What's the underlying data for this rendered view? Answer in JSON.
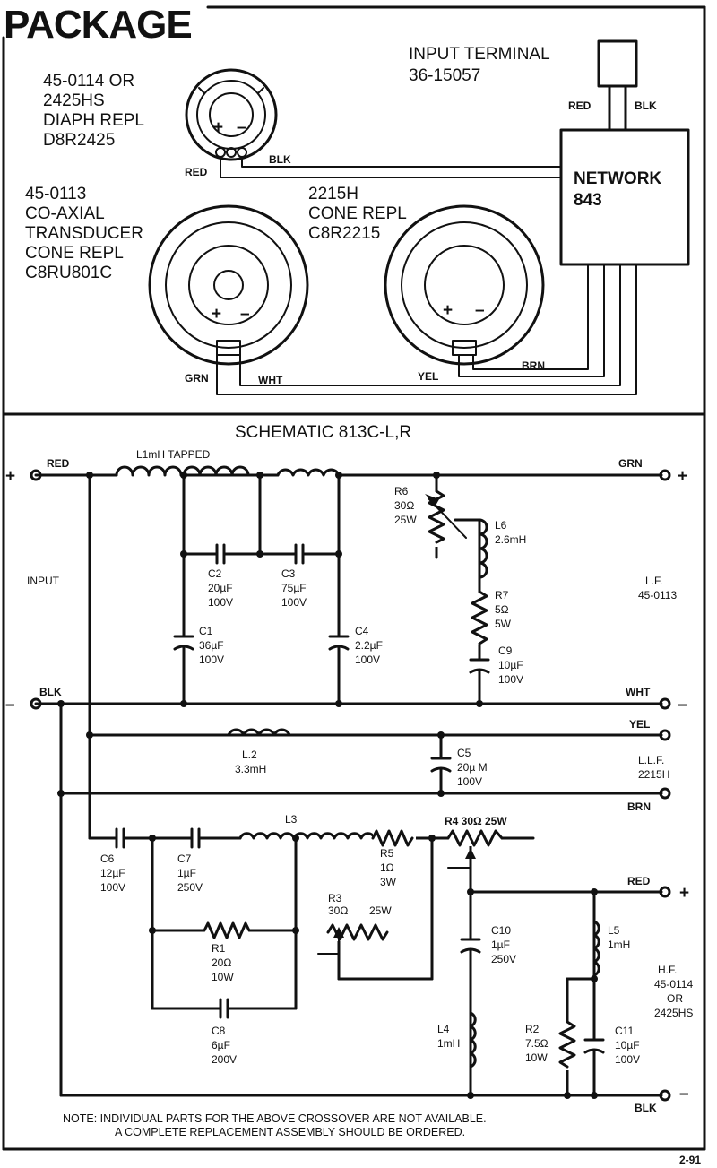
{
  "header": {
    "title": "PACKAGE"
  },
  "pictorial": {
    "input_terminal": {
      "line1": "INPUT TERMINAL",
      "line2": "36-15057"
    },
    "terminal_red": "RED",
    "terminal_blk": "BLK",
    "network": {
      "line1": "NETWORK",
      "line2": "843"
    },
    "hf_driver": {
      "line1": "45-0114 OR",
      "line2": "2425HS",
      "line3": "DIAPH REPL",
      "line4": "D8R2425"
    },
    "hf_red": "RED",
    "hf_blk": "BLK",
    "coax": {
      "line1": "45-0113",
      "line2": "CO-AXIAL",
      "line3": "TRANSDUCER",
      "line4": "CONE REPL",
      "line5": "C8RU801C"
    },
    "coax_grn": "GRN",
    "coax_wht": "WHT",
    "woofer": {
      "line1": "2215H",
      "line2": "CONE REPL",
      "line3": "C8R2215"
    },
    "woofer_yel": "YEL",
    "woofer_brn": "BRN",
    "plus": "+",
    "minus": "–"
  },
  "schematic": {
    "title": "SCHEMATIC 813C-L,R",
    "input_label": "INPUT",
    "in_red": "RED",
    "in_blk": "BLK",
    "in_plus": "+",
    "in_minus": "–",
    "out_grn": "GRN",
    "out_wht": "WHT",
    "out_yel": "YEL",
    "out_brn": "BRN",
    "out_red": "RED",
    "out_blk": "BLK",
    "lf": {
      "line1": "L.F.",
      "line2": "45-0113"
    },
    "llf": {
      "line1": "L.L.F.",
      "line2": "2215H"
    },
    "hf": {
      "line1": "H.F.",
      "line2": "45-0114",
      "line3": "OR",
      "line4": "2425HS"
    },
    "components": {
      "l1": "L1mH TAPPED",
      "c1": {
        "name": "C1",
        "value": "36µF",
        "rating": "100V"
      },
      "c2": {
        "name": "C2",
        "value": "20µF",
        "rating": "100V"
      },
      "c3": {
        "name": "C3",
        "value": "75µF",
        "rating": "100V"
      },
      "c4": {
        "name": "C4",
        "value": "2.2µF",
        "rating": "100V"
      },
      "r6": {
        "name": "R6",
        "value": "30Ω",
        "rating": "25W"
      },
      "l6": {
        "name": "L6",
        "value": "2.6mH"
      },
      "r7": {
        "name": "R7",
        "value": "5Ω",
        "rating": "5W"
      },
      "c9": {
        "name": "C9",
        "value": "10µF",
        "rating": "100V"
      },
      "l2": {
        "name": "L.2",
        "value": "3.3mH"
      },
      "c5": {
        "name": "C5",
        "value": "20µ  M",
        "rating": "100V"
      },
      "c6": {
        "name": "C6",
        "value": "12µF",
        "rating": "100V"
      },
      "c7": {
        "name": "C7",
        "value": "1µF",
        "rating": "250V"
      },
      "l3": "L3",
      "r5": {
        "name": "R5",
        "value": "1Ω",
        "rating": "3W"
      },
      "r4": "R4  30Ω 25W",
      "r3": {
        "name": "R3",
        "value": "30Ω",
        "rating": "25W"
      },
      "r1": {
        "name": "R1",
        "value": "20Ω",
        "rating": "10W"
      },
      "c8": {
        "name": "C8",
        "value": "6µF",
        "rating": "200V"
      },
      "c10": {
        "name": "C10",
        "value": "1µF",
        "rating": "250V"
      },
      "l5": {
        "name": "L5",
        "value": "1mH"
      },
      "l4": {
        "name": "L4",
        "value": "1mH"
      },
      "r2": {
        "name": "R2",
        "value": "7.5Ω",
        "rating": "10W"
      },
      "c11": {
        "name": "C11",
        "value": "10µF",
        "rating": "100V"
      }
    },
    "note": {
      "line1": "NOTE:  INDIVIDUAL PARTS FOR THE ABOVE CROSSOVER ARE NOT AVAILABLE.",
      "line2": "A COMPLETE REPLACEMENT ASSEMBLY SHOULD BE ORDERED."
    }
  },
  "page_number": "2-91"
}
